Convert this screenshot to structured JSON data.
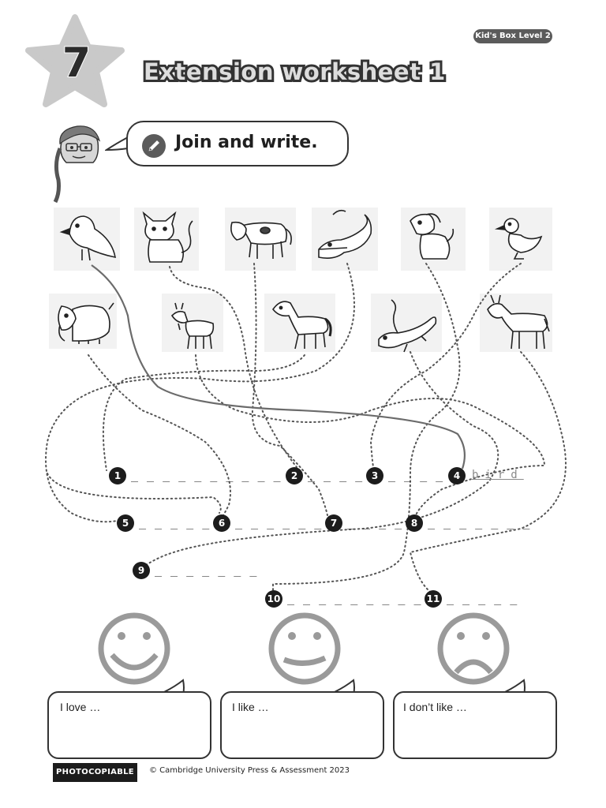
{
  "header": {
    "unit_number": "7",
    "title": "Extension worksheet 1",
    "level_badge": "Kid's Box Level 2"
  },
  "instruction": {
    "text": "Join and write.",
    "icon": "pencil-icon"
  },
  "animals": {
    "top_row": [
      "bird",
      "cat",
      "cow",
      "crocodile",
      "dog",
      "duck"
    ],
    "bottom_row": [
      "elephant",
      "goat",
      "horse",
      "lizard",
      "donkey"
    ]
  },
  "answers": [
    {
      "number": "1",
      "blank": "_ _ _ _ _ _ _ _ _ _"
    },
    {
      "number": "2",
      "blank": "_ _ _ _"
    },
    {
      "number": "3",
      "blank": "_ _ _ _"
    },
    {
      "number": "4",
      "answer": "bird"
    },
    {
      "number": "5",
      "blank": "_ _ _ _ _"
    },
    {
      "number": "6",
      "blank": "_ _ _ _ _ _ _"
    },
    {
      "number": "7",
      "blank": "_ _ _ _ _"
    },
    {
      "number": "8",
      "blank": "_ _ _ _ _ _ _"
    },
    {
      "number": "9",
      "blank": "_ _ _ _ _ _ _"
    },
    {
      "number": "10",
      "blank": "_ _ _ _ _ _ _ _ _"
    },
    {
      "number": "11",
      "blank": "_ _ _ _ _"
    }
  ],
  "opinions": {
    "love": "I love …",
    "like": "I like …",
    "dont_like": "I don’t like …"
  },
  "footer": {
    "photocopiable": "PHOTOCOPIABLE",
    "copyright": "© Cambridge University Press & Assessment 2023"
  },
  "colors": {
    "dark": "#1c1c1c",
    "grey": "#5b5b5b",
    "light_grey": "#c8c8c8",
    "face_grey": "#9a9a9a"
  }
}
